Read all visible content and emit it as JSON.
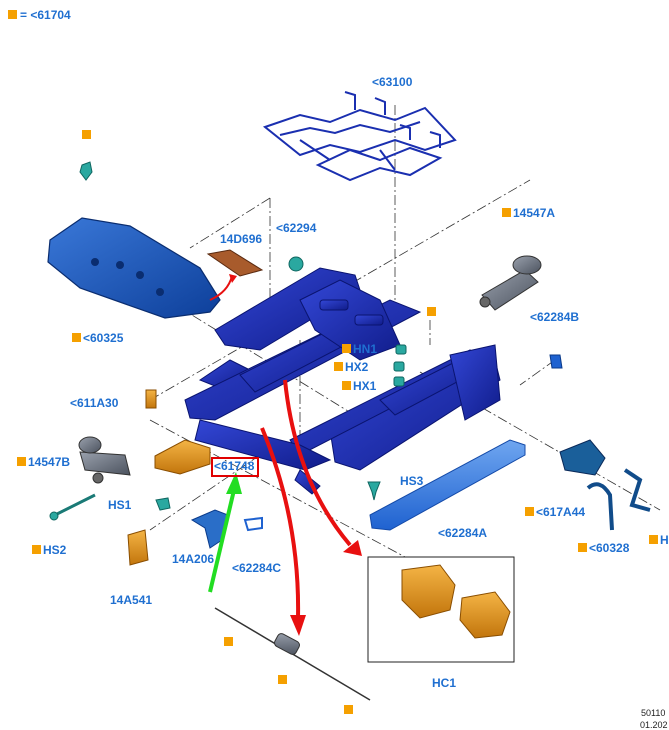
{
  "legend": {
    "text": "= <61704",
    "marker_color": "#f5a000"
  },
  "labels": {
    "l63100": "<63100",
    "l62294": "<62294",
    "l14D696": "14D696",
    "l60325": "<60325",
    "l14547A": "14547A",
    "l62284B": "<62284B",
    "lHN1": "HN1",
    "lHX2": "HX2",
    "lHX1": "HX1",
    "l611A30": "<611A30",
    "l14547B": "14547B",
    "l61748": "<61748",
    "lHS3": "HS3",
    "l62284A": "<62284A",
    "l617A44": "<617A44",
    "l60328": "<60328",
    "lH": "H",
    "lHS1": "HS1",
    "lHS2": "HS2",
    "l14A206": "14A206",
    "l62284C": "<62284C",
    "l14A541": "14A541",
    "lHC1": "HC1"
  },
  "footer": {
    "code": "50110",
    "date": "01.202"
  },
  "colors": {
    "label_blue": "#1f6fd0",
    "frame_blue": "#1a2fb0",
    "part_orange": "#e89a1a",
    "arrow_red": "#e81010",
    "arrow_green": "#22dd22",
    "part_teal": "#2aa8a0"
  }
}
